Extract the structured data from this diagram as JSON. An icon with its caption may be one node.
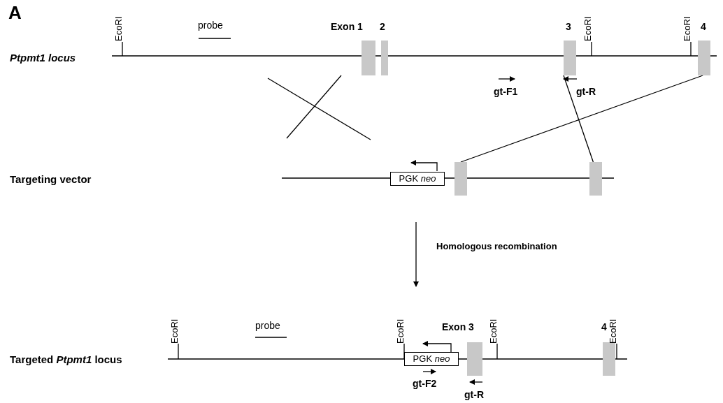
{
  "diagram": {
    "nodes": [
      {
        "text": [],
        "shape": "bar",
        "beside": [
          "Exon 1"
        ]
      },
      {
        "text": [],
        "shape": "bar",
        "beside": [
          "2"
        ]
      },
      {
        "text": [],
        "shape": "bar",
        "beside": [
          "3"
        ]
      },
      {
        "text": [],
        "shape": "bar",
        "beside": [
          "4"
        ]
      },
      {
        "text": [
          "PGK *neo*"
        ]
      },
      {
        "text": [],
        "shape": "bar"
      },
      {
        "text": [],
        "shape": "bar"
      },
      {
        "text": [
          "PGK *neo*"
        ]
      },
      {
        "text": [],
        "shape": "bar",
        "beside": [
          "Exon 3"
        ]
      },
      {
        "text": [],
        "shape": "bar",
        "beside": [
          "4"
        ]
      }
    ],
    "edges": [
      {
        "from": 3,
        "to": 5,
        "arrow": "none"
      },
      {
        "from": 2,
        "to": 6,
        "arrow": "none"
      }
    ],
    "labels": [
      "A",
      "EcoRI",
      "probe",
      "EcoRI",
      "EcoRI",
      "Ptpmt1 locus",
      "gt-F1",
      "gt-R",
      "Targeting vector",
      "Homologous recombination",
      "EcoRI",
      "probe",
      "EcoRI",
      "EcoRI",
      "EcoRI",
      "Targeted *Ptpmt1* locus",
      "gt-F2",
      "gt-R"
    ]
  }
}
